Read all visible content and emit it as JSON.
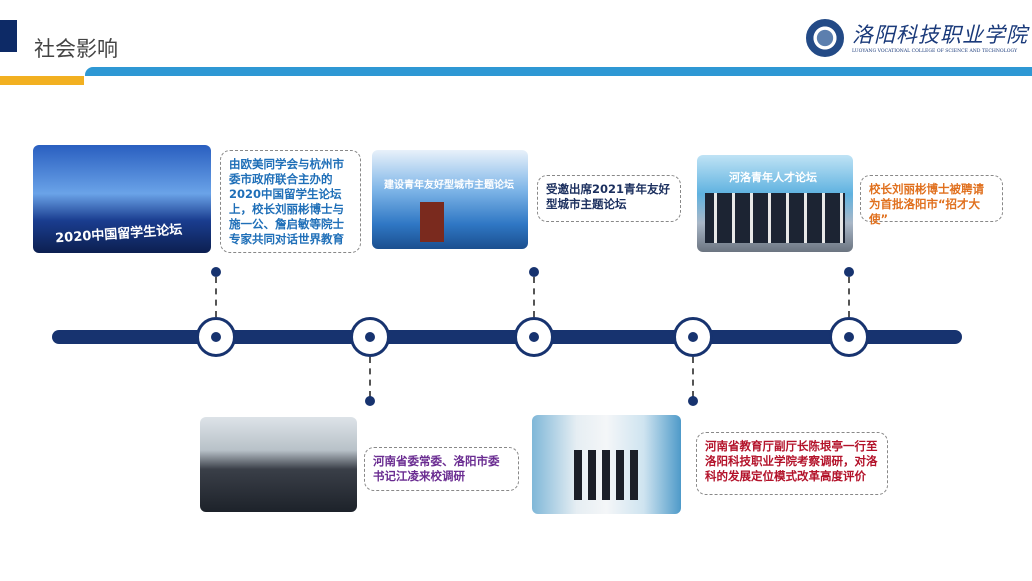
{
  "header": {
    "title": "社会影响",
    "logo_cn": "洛阳科技职业学院",
    "logo_en": "LUOYANG VOCATIONAL COLLEGE OF SCIENCE AND TECHNOLOGY"
  },
  "colors": {
    "navy": "#17336f",
    "blue": "#2e98d4",
    "yellow": "#f2b021"
  },
  "events": [
    {
      "photo_caption": "2020中国留学生论坛",
      "text": "由欧美同学会与杭州市委市政府联合主办的2020中国留学生论坛上，校长刘丽彬博士与施一公、詹启敏等院士专家共同对话世界教育",
      "color": "#1f6fb8"
    },
    {
      "photo_caption": "河南省委常委、洛阳市委书记",
      "text": "河南省委常委、洛阳市委书记江凌来校调研",
      "color": "#6a2c91"
    },
    {
      "photo_caption": "建设青年友好型城市主题论坛",
      "text": "受邀出席2021青年友好型城市主题论坛",
      "color": "#1b2f5e"
    },
    {
      "photo_caption": "",
      "text": "河南省教育厅副厅长陈垠亭一行至洛阳科技职业学院考察调研，对洛科的发展定位模式改革高度评价",
      "color": "#b3122a"
    },
    {
      "photo_caption": "河洛青年人才论坛",
      "text": "校长刘丽彬博士被聘请为首批洛阳市“招才大使”",
      "color": "#e0701e"
    }
  ]
}
